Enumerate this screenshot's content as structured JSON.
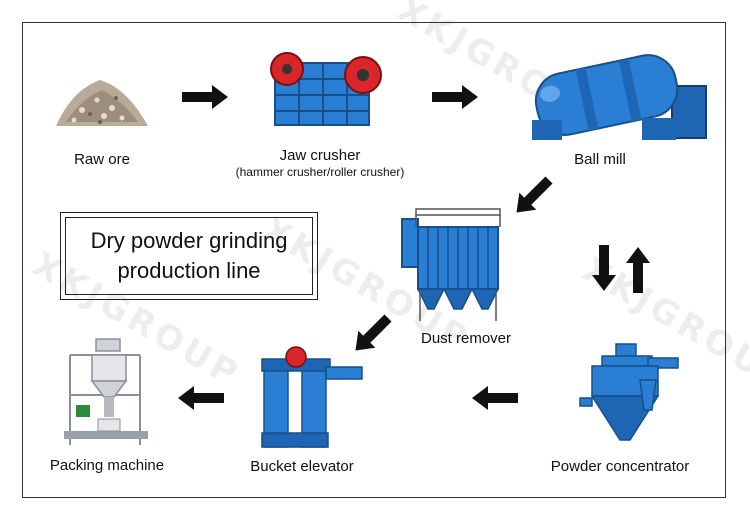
{
  "title": {
    "line1": "Dry powder grinding",
    "line2": "production line"
  },
  "watermark": "XKJGROUP",
  "stages": {
    "raw_ore": "Raw ore",
    "jaw_crusher": "Jaw crusher",
    "jaw_crusher_note": "(hammer crusher/roller crusher)",
    "ball_mill": "Ball mill",
    "dust_remover": "Dust remover",
    "powder_concentrator": "Powder concentrator",
    "bucket_elevator": "Bucket elevator",
    "packing_machine": "Packing machine"
  },
  "colors": {
    "machine_blue": "#2a7fd4",
    "crusher_red": "#d8262b",
    "arrow": "#111111"
  }
}
